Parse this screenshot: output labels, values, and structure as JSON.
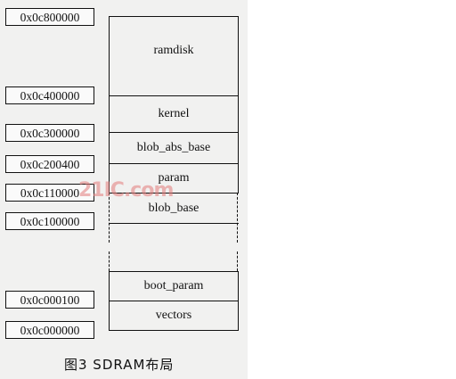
{
  "addresses": [
    "0x0c800000",
    "0x0c400000",
    "0x0c300000",
    "0x0c200400",
    "0x0c110000",
    "0x0c100000",
    "0x0c000100",
    "0x0c000000"
  ],
  "segments": {
    "ramdisk": "ramdisk",
    "kernel": "kernel",
    "blob_abs_base": "blob_abs_base",
    "param": "param",
    "blob_base": "blob_base",
    "boot_param": "boot_param",
    "vectors": "vectors"
  },
  "caption": "图3  SDRAM布局",
  "watermark": "21IC.com"
}
